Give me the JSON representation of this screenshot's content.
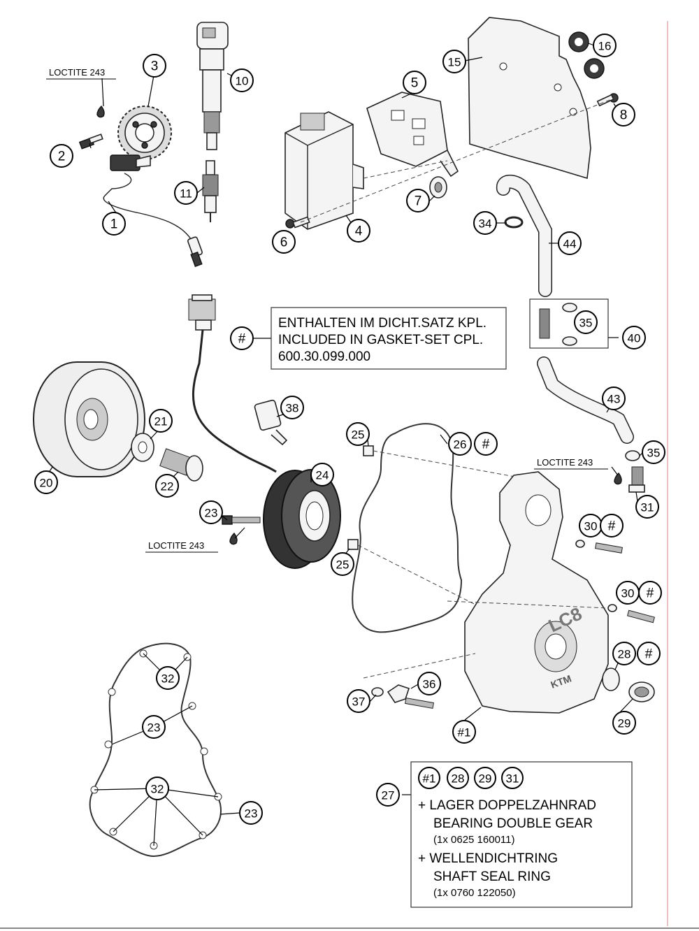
{
  "callouts": [
    {
      "label": "1"
    },
    {
      "label": "2"
    },
    {
      "label": "3"
    },
    {
      "label": "4"
    },
    {
      "label": "5"
    },
    {
      "label": "6"
    },
    {
      "label": "7"
    },
    {
      "label": "8"
    },
    {
      "label": "10"
    },
    {
      "label": "11"
    },
    {
      "label": "15"
    },
    {
      "label": "16"
    },
    {
      "label": "20"
    },
    {
      "label": "21"
    },
    {
      "label": "22"
    },
    {
      "label": "23"
    },
    {
      "label": "24"
    },
    {
      "label": "25"
    },
    {
      "label": "25"
    },
    {
      "label": "26"
    },
    {
      "label": "27"
    },
    {
      "label": "28"
    },
    {
      "label": "29"
    },
    {
      "label": "30"
    },
    {
      "label": "30"
    },
    {
      "label": "31"
    },
    {
      "label": "32"
    },
    {
      "label": "23"
    },
    {
      "label": "32"
    },
    {
      "label": "23"
    },
    {
      "label": "34"
    },
    {
      "label": "35"
    },
    {
      "label": "35"
    },
    {
      "label": "36"
    },
    {
      "label": "37"
    },
    {
      "label": "38"
    },
    {
      "label": "40"
    },
    {
      "label": "43"
    },
    {
      "label": "44"
    },
    {
      "label": "#"
    },
    {
      "label": "#"
    },
    {
      "label": "#"
    },
    {
      "label": "#"
    },
    {
      "label": "#"
    },
    {
      "label": "#1"
    }
  ],
  "loctite": [
    "LOCTITE 243",
    "LOCTITE 243",
    "LOCTITE 243"
  ],
  "gasket_note": {
    "marker": "#",
    "line1": "ENTHALTEN IM DICHT.SATZ KPL.",
    "line2": "INCLUDED IN GASKET-SET CPL.",
    "line3": "600.30.099.000"
  },
  "kit_note": {
    "callout": "27",
    "parts": [
      "#1",
      "28",
      "29",
      "31"
    ],
    "line1": "+ LAGER DOPPELZAHNRAD",
    "line2": "BEARING DOUBLE GEAR",
    "line3": "(1x 0625 160011)",
    "line4": "+ WELLENDICHTRING",
    "line5": "SHAFT SEAL RING",
    "line6": "(1x 0760 122050)"
  },
  "cover_brand": "LC8",
  "cover_logo": "KTM"
}
